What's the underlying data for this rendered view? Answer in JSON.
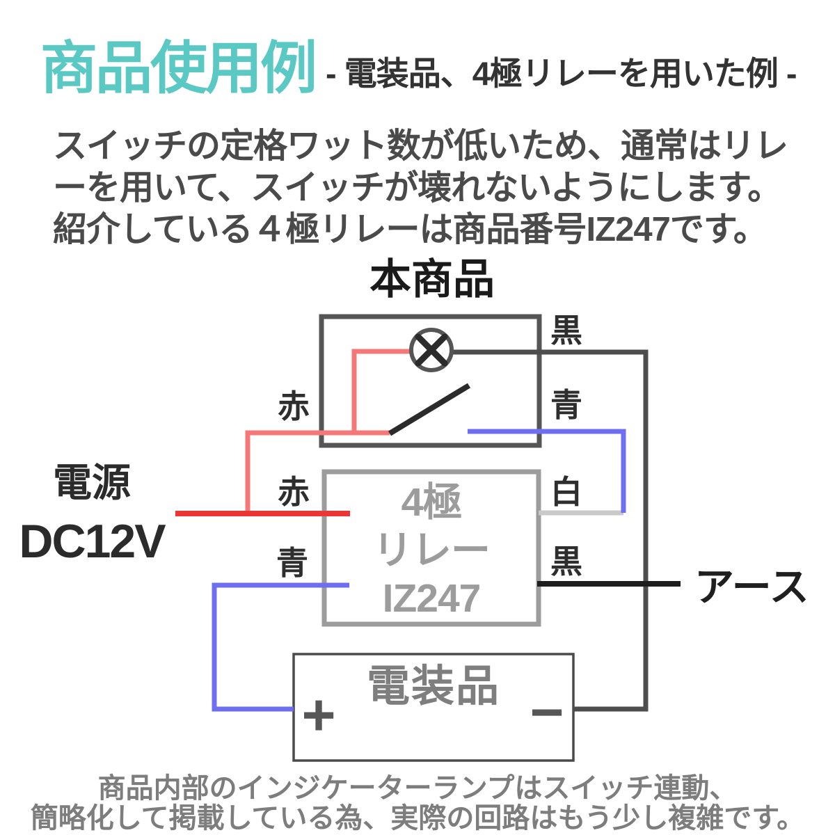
{
  "header": {
    "title": "商品使用例",
    "subtitle": "- 電装品、4極リレーを用いた例 -"
  },
  "intro": {
    "lines": [
      "スイッチの定格ワット数が低いため、通常はリレ",
      "ーを用いて、スイッチが壊れないようにします。",
      "紹介している４極リレーは商品番号IZ247です。"
    ]
  },
  "diagram": {
    "product_title": "本商品",
    "power": {
      "line1": "電源",
      "line2": "DC12V"
    },
    "wire_labels": {
      "red_top": "赤",
      "red_mid": "赤",
      "blue_left": "青",
      "black_top": "黒",
      "blue_right": "青",
      "white_right": "白",
      "black_bottom": "黒"
    },
    "relay": {
      "lines": [
        "4極",
        "リレー",
        "IZ247"
      ]
    },
    "equipment": {
      "name": "電装品",
      "plus": "+",
      "minus": "−"
    },
    "ground_label": "アース"
  },
  "footer": {
    "lines": [
      "商品内部のインジケーターランプはスイッチ連動、",
      "簡略化して掲載している為、実際の回路はもう少し複雑です。"
    ]
  },
  "colors": {
    "accent_teal": "#5ac8c3",
    "box_dark": "#555555",
    "box_gray": "#9c9c9c",
    "box_equipment": "#4a4a4a",
    "wire_dark": "#4d4d4d",
    "wire_black": "#1d1d1d",
    "wire_white": "#c9c9c9",
    "wire_blue": "#6e6ef0",
    "wire_red": "#ee3535",
    "wire_red_light": "#f57878",
    "switch_black": "#2b2b2b",
    "lamp_fill": "#ffffff"
  }
}
